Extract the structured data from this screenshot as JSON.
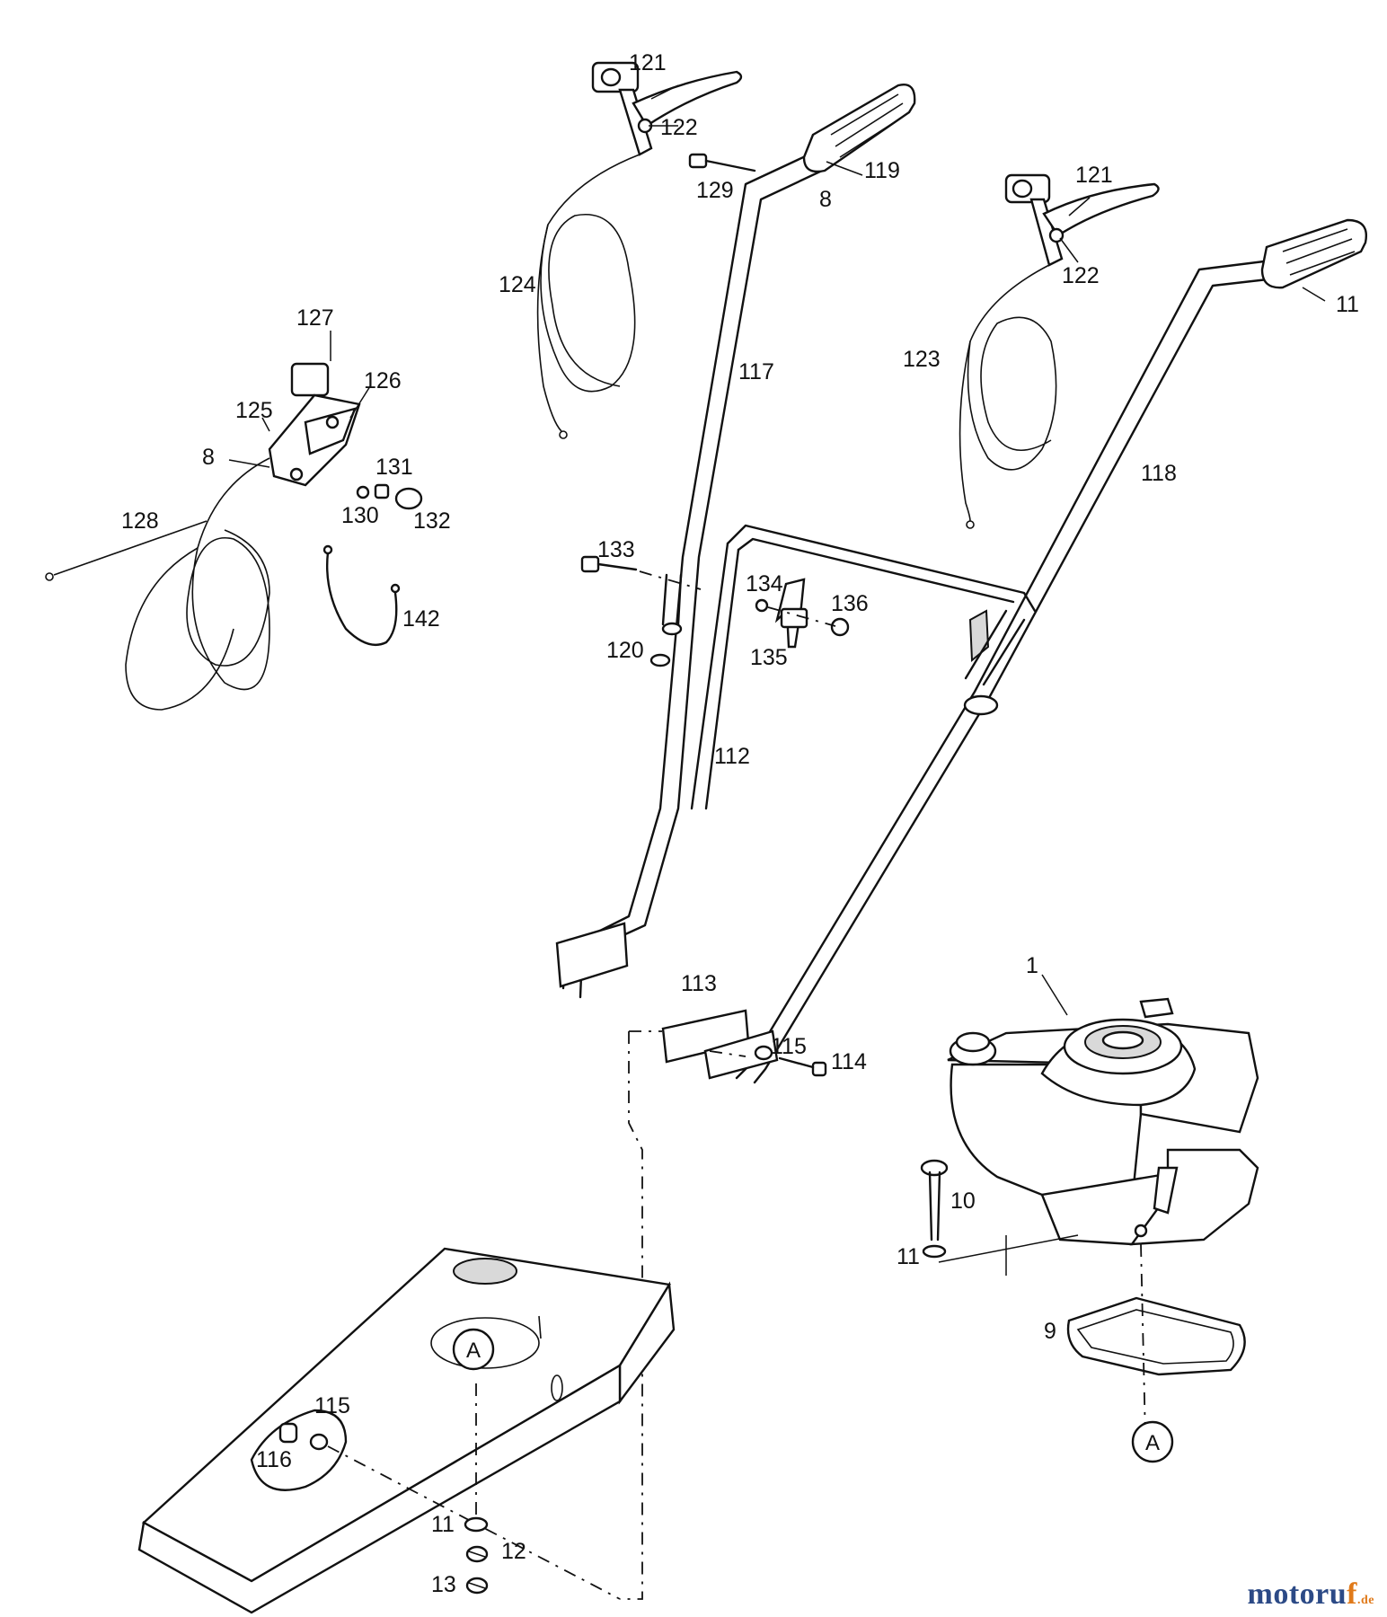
{
  "part_labels": {
    "p1": "1",
    "p8a": "8",
    "p8b": "8",
    "p9": "9",
    "p10": "10",
    "p11a": "11",
    "p11b": "11",
    "p11c": "11",
    "p12": "12",
    "p13": "13",
    "p112": "112",
    "p113": "113",
    "p114": "114",
    "p115a": "115",
    "p115b": "115",
    "p116": "116",
    "p117": "117",
    "p118": "118",
    "p119": "119",
    "p120": "120",
    "p121a": "121",
    "p121b": "121",
    "p122a": "122",
    "p122b": "122",
    "p123": "123",
    "p124": "124",
    "p125": "125",
    "p126": "126",
    "p127": "127",
    "p128": "128",
    "p129": "129",
    "p130": "130",
    "p131": "131",
    "p132": "132",
    "p133": "133",
    "p134": "134",
    "p135": "135",
    "p136": "136",
    "p142": "142"
  },
  "markers": {
    "a_top": "A",
    "a_bottom": "A"
  },
  "watermark": {
    "brand_main": "motoru",
    "brand_f": "f",
    "brand_suffix": ".de"
  },
  "colors": {
    "line": "#111111",
    "watermark_blue": "#2c4a86",
    "watermark_orange": "#e07a1a"
  }
}
